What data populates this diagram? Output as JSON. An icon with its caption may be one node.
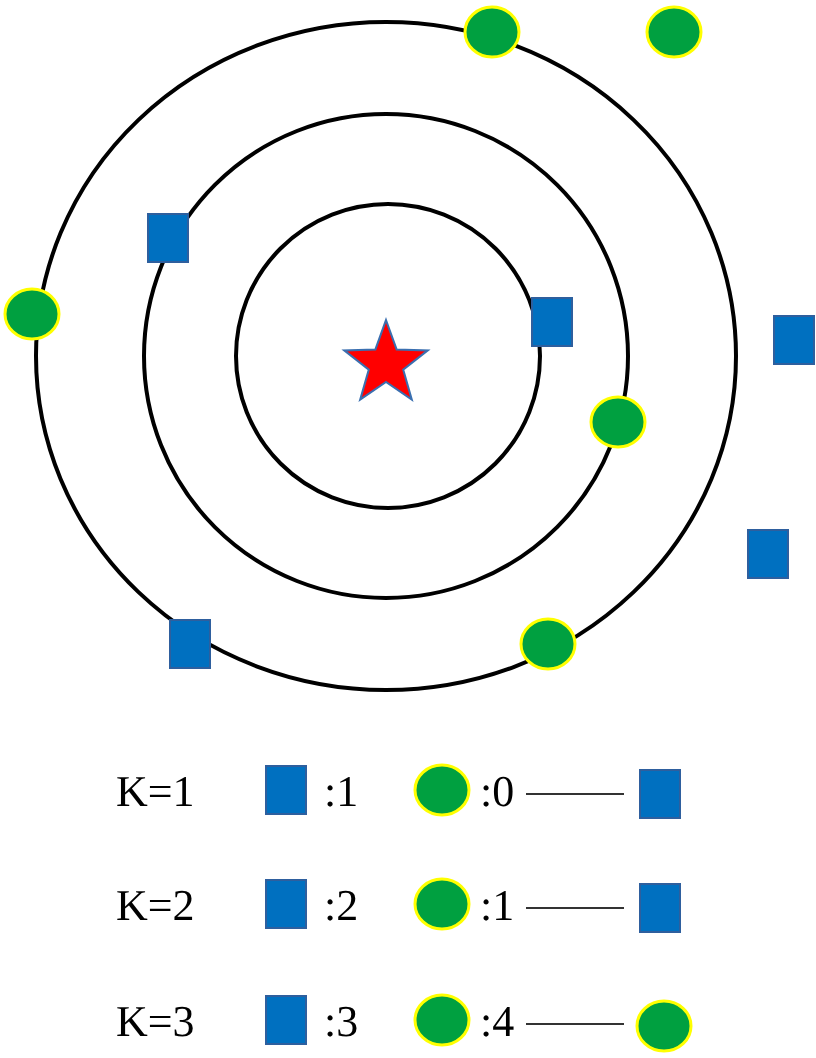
{
  "diagram": {
    "labels": [
      "K=1",
      ":1",
      ":0",
      "K=2",
      ":2",
      ":1",
      "K=3",
      ":3",
      ":4"
    ]
  }
}
